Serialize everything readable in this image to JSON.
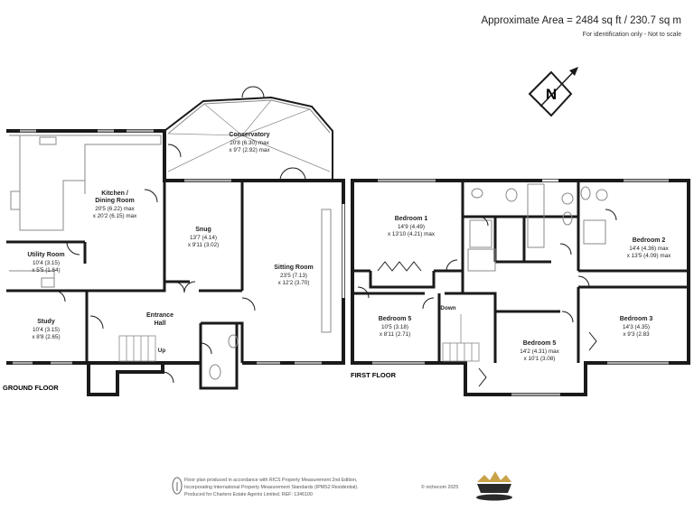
{
  "header": {
    "area": "Approximate Area = 2484 sq ft / 230.7 sq m",
    "note": "For identification only - Not to scale"
  },
  "compass": {
    "label": "N",
    "icon": "north-arrow-icon"
  },
  "ground_floor": {
    "label": "GROUND FLOOR",
    "rooms": [
      {
        "name": "Conservatory",
        "dim1": "20'8 (6.30) max",
        "dim2": "x 9'7 (2.92) max"
      },
      {
        "name": "Kitchen /",
        "name2": "Dining Room",
        "dim1": "20'5 (6.22) max",
        "dim2": "x 20'2 (6.15) max"
      },
      {
        "name": "Snug",
        "dim1": "13'7 (4.14)",
        "dim2": "x 9'11 (3.02)"
      },
      {
        "name": "Utility Room",
        "dim1": "10'4 (3.15)",
        "dim2": "x 5'5 (1.64)"
      },
      {
        "name": "Sitting Room",
        "dim1": "23'5 (7.13)",
        "dim2": "x 12'2 (3.70)"
      },
      {
        "name": "Study",
        "dim1": "10'4 (3.15)",
        "dim2": "x 8'8 (2.65)"
      },
      {
        "name": "Entrance",
        "name2": "Hall"
      }
    ],
    "stair_label": "Up"
  },
  "first_floor": {
    "label": "FIRST FLOOR",
    "rooms": [
      {
        "name": "Bedroom 1",
        "dim1": "14'9 (4.49)",
        "dim2": "x 13'10 (4.21) max"
      },
      {
        "name": "Bedroom 2",
        "dim1": "14'4 (4.36) max",
        "dim2": "x 13'5 (4.09) max"
      },
      {
        "name": "Bedroom 5",
        "dim1": "10'5 (3.18)",
        "dim2": "x 8'11 (2.71)"
      },
      {
        "name": "Bedroom 3",
        "dim1": "14'3 (4.35)",
        "dim2": "x 9'3 (2.83"
      },
      {
        "name": "Bedroom 5",
        "dim1": "14'2 (4.31) max",
        "dim2": "x 10'1 (3.08)"
      }
    ],
    "stair_label": "Down"
  },
  "footer": {
    "line1": "Floor plan produced in accordance with RICS Property Measurement 2nd Edition,",
    "line2": "Incorporating International Property Measurement Standards (IPMS2 Residential).",
    "line3": "Produced for Charters Estate Agents Limited.   REF: 1346100",
    "copyright": "© nichecom 2025"
  },
  "colors": {
    "wall": "#1a1a1a",
    "fixture": "#888888",
    "logo_gold": "#c9a24a",
    "logo_dark": "#2a2a2a"
  }
}
